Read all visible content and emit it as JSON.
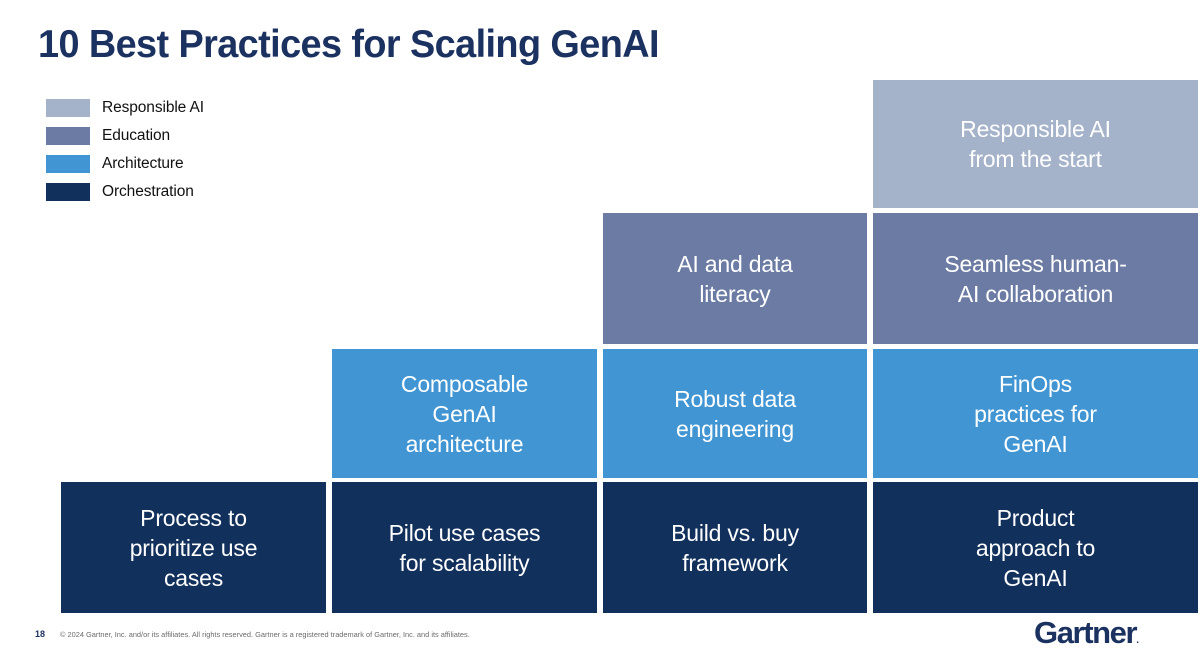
{
  "slide": {
    "title": "10 Best Practices for Scaling GenAI",
    "title_color": "#1b3160",
    "background": "#ffffff"
  },
  "legend": {
    "items": [
      {
        "label": "Responsible AI",
        "color": "#a4b2ca"
      },
      {
        "label": "Education",
        "color": "#6b7ba3"
      },
      {
        "label": "Architecture",
        "color": "#4195d3"
      },
      {
        "label": "Orchestration",
        "color": "#12305c"
      }
    ]
  },
  "chart_data": {
    "type": "table",
    "title": "10 Best Practices for Scaling GenAI",
    "legend_position": "top-left",
    "categories": [
      "Responsible AI",
      "Education",
      "Architecture",
      "Orchestration"
    ],
    "colors": {
      "Responsible AI": "#a4b2ca",
      "Education": "#6b7ba3",
      "Architecture": "#4195d3",
      "Orchestration": "#12305c"
    },
    "columns": 4,
    "rows": 4,
    "rows_data": [
      {
        "category": "Responsible AI",
        "color": "#a4b2ca",
        "cells": [
          null,
          null,
          null,
          "Responsible AI from the start"
        ]
      },
      {
        "category": "Education",
        "color": "#6b7ba3",
        "cells": [
          null,
          null,
          "AI and data literacy",
          "Seamless human-AI collaboration"
        ]
      },
      {
        "category": "Architecture",
        "color": "#4195d3",
        "cells": [
          null,
          "Composable GenAI architecture",
          "Robust data engineering",
          "FinOps practices for GenAI"
        ]
      },
      {
        "category": "Orchestration",
        "color": "#12305c",
        "cells": [
          "Process to prioritize use cases",
          "Pilot use cases for scalability",
          "Build vs. buy framework",
          "Product approach to GenAI"
        ]
      }
    ]
  },
  "cells": {
    "r1c4": {
      "line1": "Responsible AI",
      "line2": "from the start"
    },
    "r2c3": {
      "line1": "AI and data",
      "line2": "literacy"
    },
    "r2c4": {
      "line1": "Seamless human-",
      "line2": "AI collaboration"
    },
    "r3c2": {
      "line1": "Composable",
      "line2": "GenAI",
      "line3": "architecture"
    },
    "r3c3": {
      "line1": "Robust data",
      "line2": "engineering"
    },
    "r3c4": {
      "line1": "FinOps",
      "line2": "practices for",
      "line3": "GenAI"
    },
    "r4c1": {
      "line1": "Process to",
      "line2": "prioritize use",
      "line3": "cases"
    },
    "r4c2": {
      "line1": "Pilot use cases",
      "line2": "for scalability"
    },
    "r4c3": {
      "line1": "Build vs. buy",
      "line2": "framework"
    },
    "r4c4": {
      "line1": "Product",
      "line2": "approach to",
      "line3": "GenAI"
    }
  },
  "footer": {
    "page_number": "18",
    "copyright": "© 2024 Gartner, Inc. and/or its affiliates. All rights reserved. Gartner is a registered trademark of Gartner, Inc. and its affiliates.",
    "logo_text": "Gartner",
    "logo_mark": "."
  }
}
